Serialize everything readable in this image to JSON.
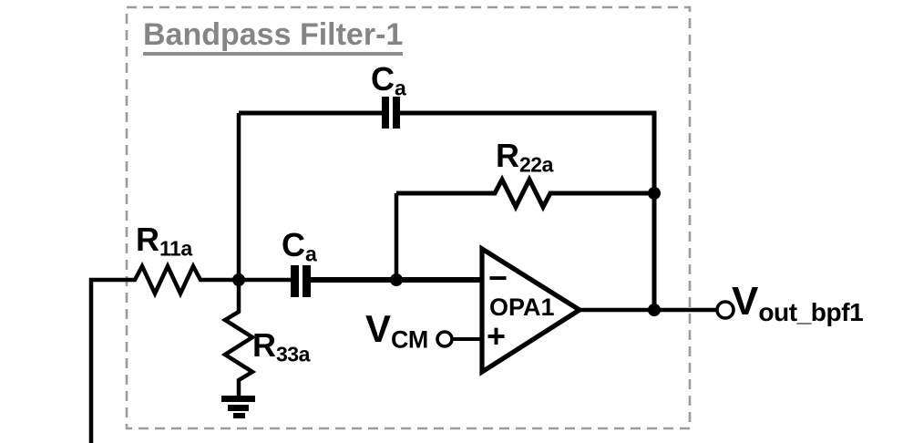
{
  "title": "Bandpass Filter-1",
  "components": {
    "cap_top": {
      "name": "C",
      "sub": "a"
    },
    "cap_mid": {
      "name": "C",
      "sub": "a"
    },
    "r11a": {
      "name": "R",
      "sub": "11a"
    },
    "r22a": {
      "name": "R",
      "sub": "22a"
    },
    "r33a": {
      "name": "R",
      "sub": "33a"
    },
    "opamp": {
      "name": "OPA1",
      "minus": "−",
      "plus": "+"
    }
  },
  "ports": {
    "vcm": {
      "name": "V",
      "sub": "CM"
    },
    "vout": {
      "name": "V",
      "sub": "out_bpf1"
    }
  },
  "colors": {
    "wire": "#000000",
    "title_text": "#858585",
    "boundary": "#9b9b9b",
    "background": "#ffffff"
  }
}
